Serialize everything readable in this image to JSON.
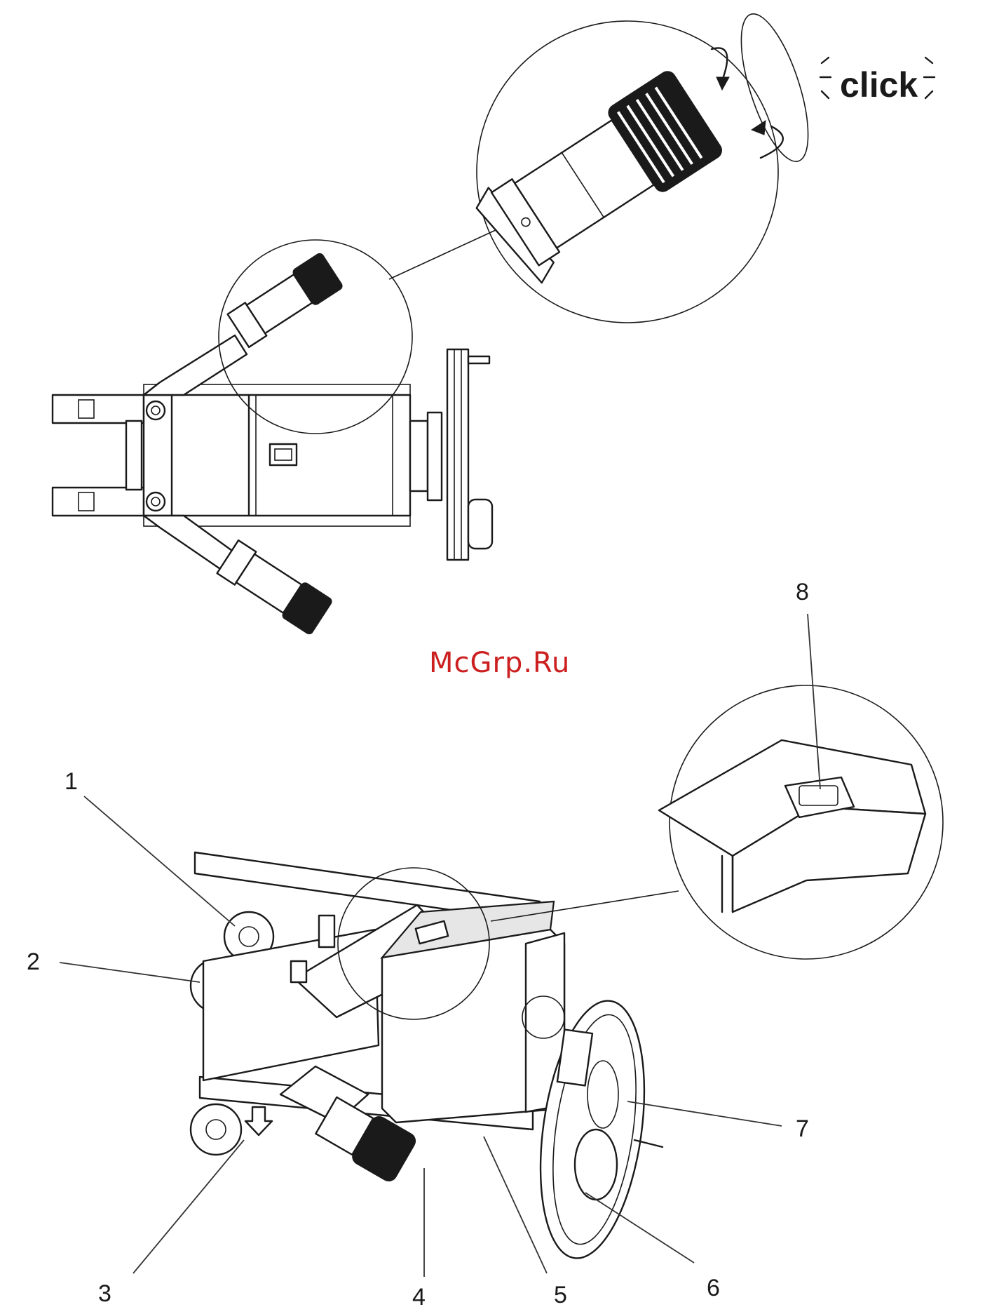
{
  "click_label": "click",
  "watermark": "McGrp.Ru",
  "callouts": [
    "1",
    "2",
    "3",
    "4",
    "5",
    "6",
    "7",
    "8"
  ],
  "colors": {
    "ink": "#1a1a1a",
    "watermark": "#cc1f1f",
    "background": "#ffffff"
  }
}
